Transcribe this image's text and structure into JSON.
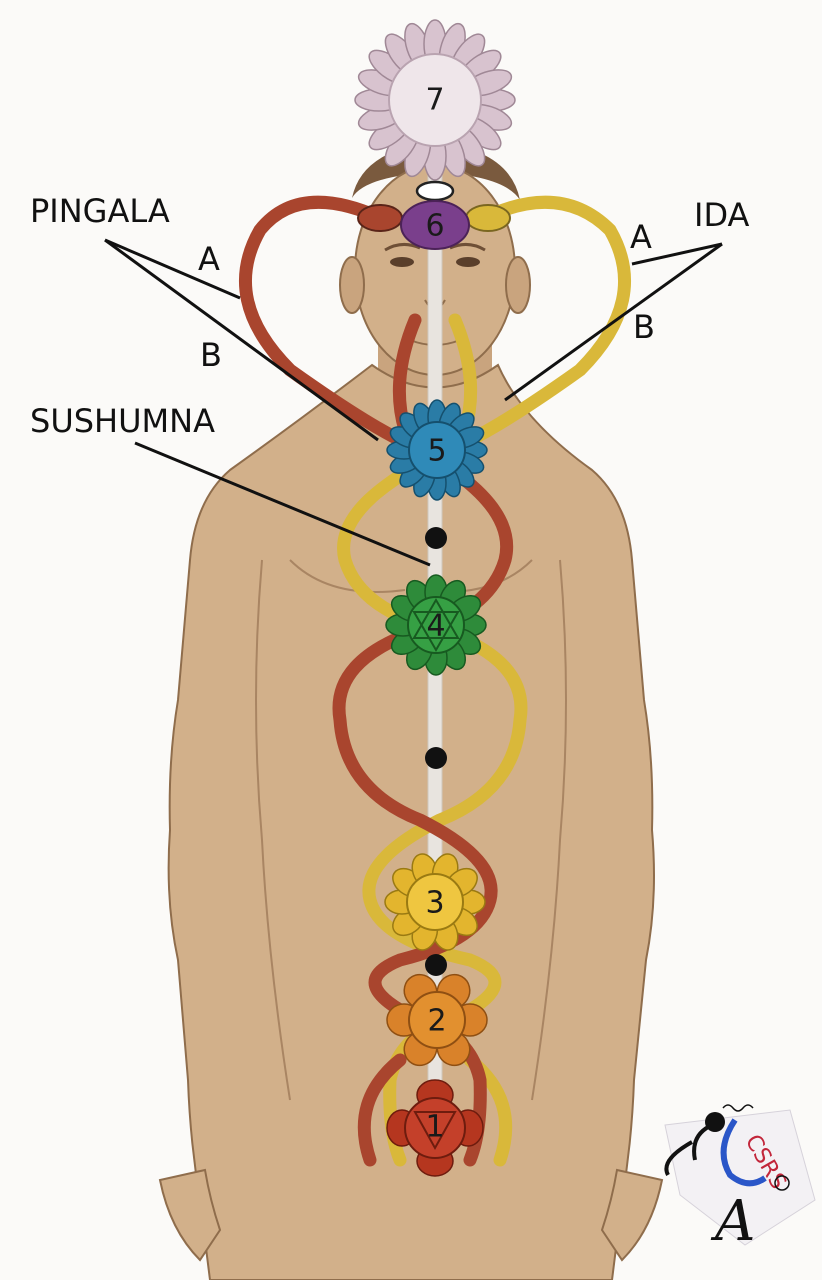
{
  "labels": {
    "pingala": "PINGALA",
    "ida": "IDA",
    "sushumna": "SUSHUMNA",
    "pingala_a": "A",
    "pingala_b": "B",
    "ida_a": "A",
    "ida_b": "B"
  },
  "chakras": [
    {
      "number": "1",
      "color": "#b5361f"
    },
    {
      "number": "2",
      "color": "#d9822a"
    },
    {
      "number": "3",
      "color": "#e3b52e"
    },
    {
      "number": "4",
      "color": "#2e8b3a"
    },
    {
      "number": "5",
      "color": "#2a7ca6"
    },
    {
      "number": "6",
      "color": "#7a3f8c"
    },
    {
      "number": "7",
      "color": "#d8c3cf"
    }
  ],
  "colors": {
    "pingala": "#a9452e",
    "ida": "#d9b83a",
    "sushumna": "#e8e4df",
    "skin": "#d2b08a"
  },
  "logo": {
    "letters": "CSRS",
    "big_letter": "A"
  }
}
